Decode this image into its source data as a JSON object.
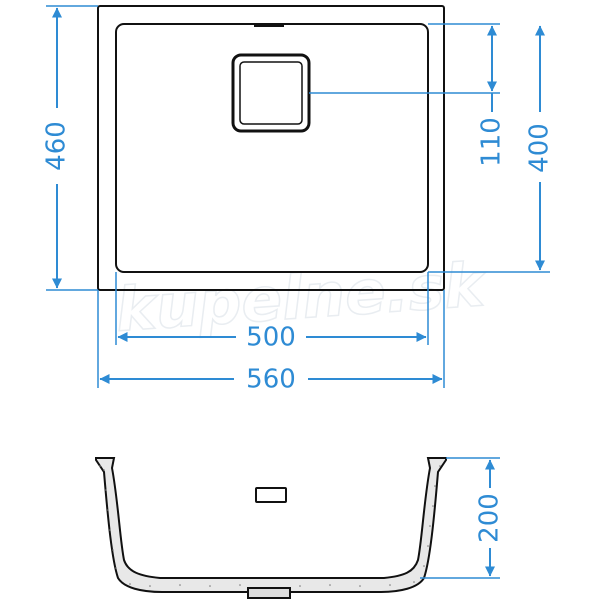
{
  "colors": {
    "dimension": "#2e8bd4",
    "outline": "#111111",
    "watermark": "#e9edf1"
  },
  "dimensions": {
    "outer_height": "460",
    "outer_width": "560",
    "inner_width": "500",
    "inner_height": "400",
    "drain_offset": "110",
    "depth": "200"
  },
  "watermark": "kupelne.sk"
}
